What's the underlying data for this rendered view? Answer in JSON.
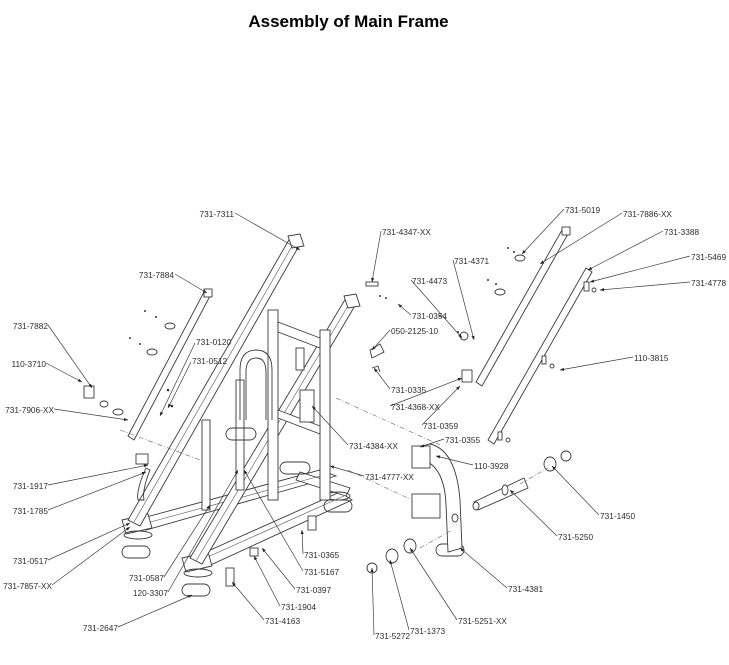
{
  "title": "Assembly of Main Frame",
  "callouts": [
    {
      "part": "731-7311",
      "anchor": "end"
    },
    {
      "part": "731-7884",
      "anchor": "end"
    },
    {
      "part": "731-7882",
      "anchor": "end"
    },
    {
      "part": "110-3710",
      "anchor": "end"
    },
    {
      "part": "731-0120",
      "anchor": "start"
    },
    {
      "part": "731-0512",
      "anchor": "start"
    },
    {
      "part": "731-7906-XX",
      "anchor": "end"
    },
    {
      "part": "731-1917",
      "anchor": "end"
    },
    {
      "part": "731-1785",
      "anchor": "end"
    },
    {
      "part": "731-0517",
      "anchor": "end"
    },
    {
      "part": "731-7857-XX",
      "anchor": "end"
    },
    {
      "part": "731-0587",
      "anchor": "end"
    },
    {
      "part": "120-3307",
      "anchor": "end"
    },
    {
      "part": "731-2647",
      "anchor": "end"
    },
    {
      "part": "731-0365",
      "anchor": "start"
    },
    {
      "part": "731-5167",
      "anchor": "start"
    },
    {
      "part": "731-0397",
      "anchor": "start"
    },
    {
      "part": "731-1904",
      "anchor": "start"
    },
    {
      "part": "731-4163",
      "anchor": "start"
    },
    {
      "part": "731-5272",
      "anchor": "start"
    },
    {
      "part": "731-1373",
      "anchor": "start"
    },
    {
      "part": "731-5251-XX",
      "anchor": "start"
    },
    {
      "part": "731-4381",
      "anchor": "start"
    },
    {
      "part": "731-5250",
      "anchor": "start"
    },
    {
      "part": "731-1450",
      "anchor": "start"
    },
    {
      "part": "110-3928",
      "anchor": "start"
    },
    {
      "part": "731-0355",
      "anchor": "start"
    },
    {
      "part": "731-4777-XX",
      "anchor": "start"
    },
    {
      "part": "731-4384-XX",
      "anchor": "start"
    },
    {
      "part": "731-0359",
      "anchor": "start"
    },
    {
      "part": "731-4368-XX",
      "anchor": "start"
    },
    {
      "part": "731-0335",
      "anchor": "start"
    },
    {
      "part": "050-2125-10",
      "anchor": "start"
    },
    {
      "part": "731-0354",
      "anchor": "start"
    },
    {
      "part": "731-4347-XX",
      "anchor": "start"
    },
    {
      "part": "731-4473",
      "anchor": "start"
    },
    {
      "part": "731-4371",
      "anchor": "start"
    },
    {
      "part": "731-5019",
      "anchor": "start"
    },
    {
      "part": "731-7886-XX",
      "anchor": "start"
    },
    {
      "part": "731-3388",
      "anchor": "start"
    },
    {
      "part": "731-5469",
      "anchor": "start"
    },
    {
      "part": "731-4778",
      "anchor": "start"
    },
    {
      "part": "110-3815",
      "anchor": "start"
    }
  ]
}
